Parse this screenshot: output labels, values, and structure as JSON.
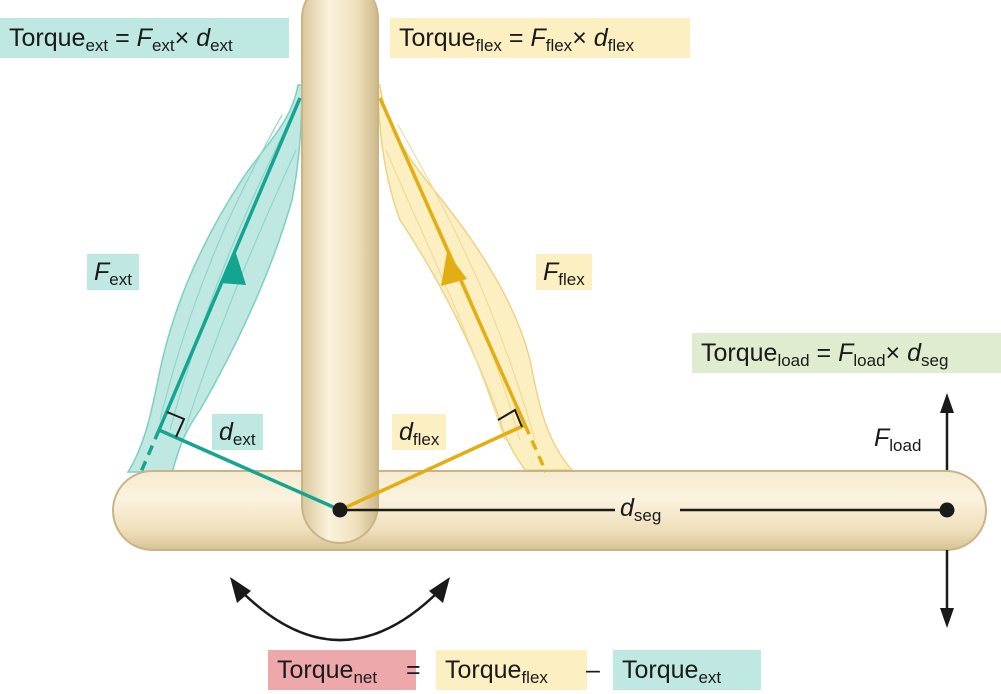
{
  "equations": {
    "ext": {
      "lhs": "Torque",
      "lhs_sub": "ext",
      "eq": "=",
      "f": "F",
      "f_sub": "ext",
      "times": "×",
      "d": "d",
      "d_sub": "ext"
    },
    "flex": {
      "lhs": "Torque",
      "lhs_sub": "flex",
      "eq": "=",
      "f": "F",
      "f_sub": "flex",
      "times": "×",
      "d": "d",
      "d_sub": "flex"
    },
    "load": {
      "lhs": "Torque",
      "lhs_sub": "load",
      "eq": "=",
      "f": "F",
      "f_sub": "load",
      "times": "×",
      "d": "d",
      "d_sub": "seg"
    },
    "net": {
      "lhs": "Torque",
      "lhs_sub": "net",
      "eq": "=",
      "a": "Torque",
      "a_sub": "flex",
      "minus": "–",
      "b": "Torque",
      "b_sub": "ext"
    }
  },
  "labels": {
    "f_ext": {
      "main": "F",
      "sub": "ext"
    },
    "f_flex": {
      "main": "F",
      "sub": "flex"
    },
    "d_ext": {
      "main": "d",
      "sub": "ext"
    },
    "d_flex": {
      "main": "d",
      "sub": "flex"
    },
    "d_seg": {
      "main": "d",
      "sub": "seg"
    },
    "f_load": {
      "main": "F",
      "sub": "load"
    }
  },
  "colors": {
    "extensor": "#13a58f",
    "extensor_fill": "#bfe8e3",
    "flexor": "#e2ae12",
    "flexor_fill": "#fcefc2",
    "load": "#dfeccf",
    "net": "#eca8ab",
    "bone": "#f2e3c0",
    "bone_edge": "#c9b488"
  }
}
